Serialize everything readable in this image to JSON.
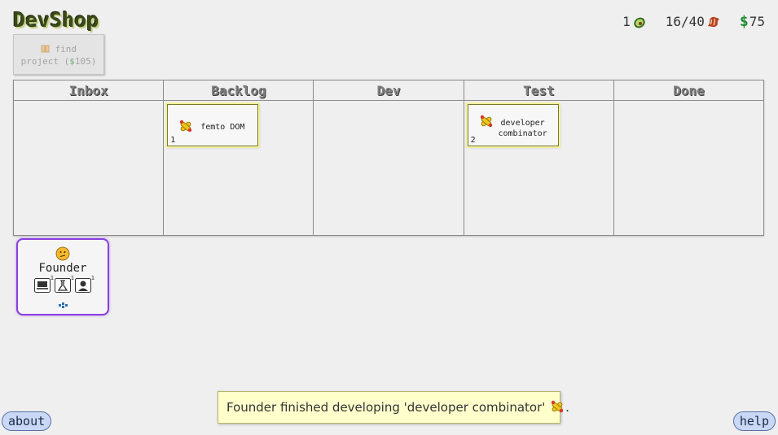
{
  "app": {
    "title": "DevShop"
  },
  "stats": {
    "customers": "1",
    "customers_icon": "avocado-icon",
    "staff": "16/40",
    "staff_icon": "bacon-icon",
    "money_symbol": "$",
    "money": "75"
  },
  "find_project": {
    "line1": "find",
    "line2_prefix": "project (",
    "line2_dollar": "$",
    "line2_amount": "105)"
  },
  "board": {
    "columns": [
      {
        "id": "inbox",
        "label": "Inbox"
      },
      {
        "id": "backlog",
        "label": "Backlog"
      },
      {
        "id": "dev",
        "label": "Dev"
      },
      {
        "id": "test",
        "label": "Test"
      },
      {
        "id": "done",
        "label": "Done"
      }
    ],
    "cards": [
      {
        "column": "backlog",
        "title": "femto DOM",
        "number": "1",
        "icon": "bug-bandage-icon"
      },
      {
        "column": "test",
        "title": "developer combinator",
        "number": "2",
        "icon": "bug-bandage-icon"
      }
    ]
  },
  "people": [
    {
      "name": "Founder",
      "face_icon": "confused-face-icon",
      "skills": [
        {
          "icon": "laptop-icon",
          "level": "1"
        },
        {
          "icon": "flask-icon",
          "level": "1"
        },
        {
          "icon": "person-icon",
          "level": "1"
        }
      ],
      "status_icon": "dots-icon"
    }
  ],
  "toast": {
    "text": "Founder finished developing 'developer combinator' ",
    "suffix": "."
  },
  "buttons": {
    "about": "about",
    "help": "help"
  },
  "colors": {
    "background": "#efefef",
    "card_highlight": "#f2ef9c",
    "person_border": "#8a3ee0",
    "toast_bg": "#ffffcc",
    "pill_bg": "#c9d8f5",
    "money_green": "#1f8a2e"
  }
}
